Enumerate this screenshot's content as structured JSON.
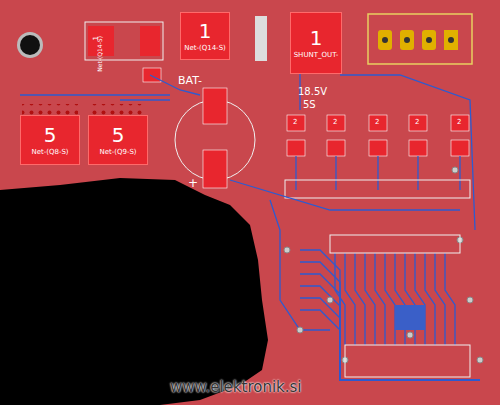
{
  "diagram": {
    "nodes": [
      {
        "text": [
          "1",
          "Net-(Q14-S)"
        ]
      },
      {
        "text": [
          "1",
          "SHUNT_OUT-"
        ]
      },
      {
        "text": [
          "5",
          "Net-(Q8-S)"
        ]
      },
      {
        "text": [
          "5",
          "Net-(Q9-S)"
        ]
      }
    ],
    "labels": [
      "1",
      "Net-(Q14-S)",
      "BAT-",
      "18.5V",
      "5S",
      "+",
      "2",
      "2",
      "2",
      "2",
      "2",
      "www.elektronik.si"
    ]
  }
}
